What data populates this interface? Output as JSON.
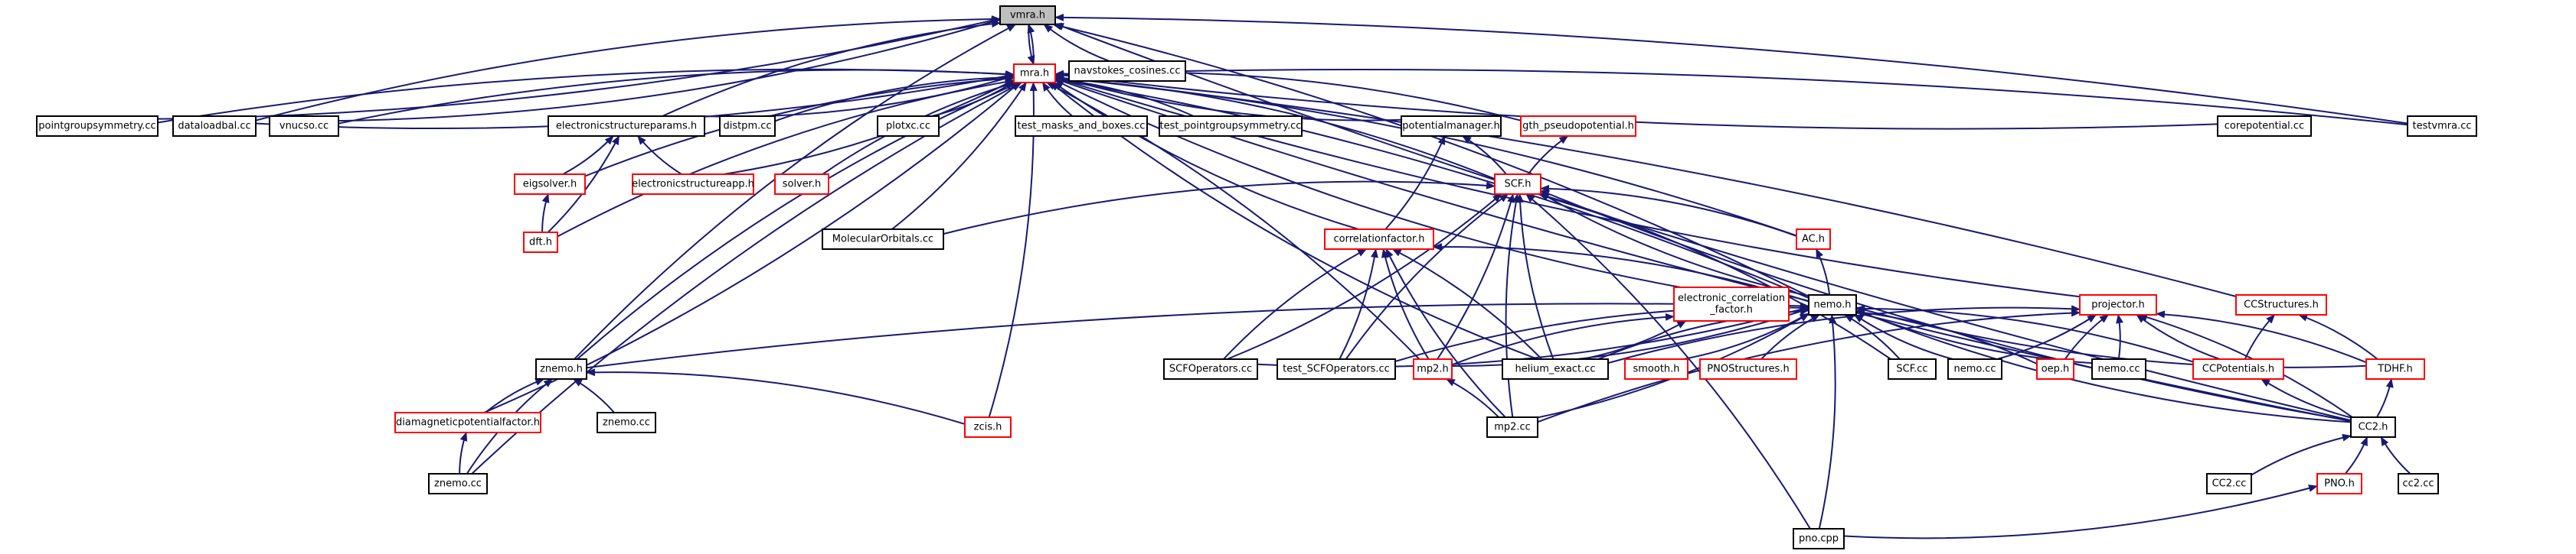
{
  "colors": {
    "edge": "#191970",
    "text": "#000000",
    "border_normal": "#000000",
    "border_truncated": "#ff0000",
    "fill_current": "#bfbfbf",
    "fill_default": "#ffffff"
  },
  "nodes": [
    {
      "id": "vmra_h",
      "label": "vmra.h",
      "kind": "current"
    },
    {
      "id": "mra_h",
      "label": "mra.h",
      "kind": "truncated"
    },
    {
      "id": "navstokes",
      "label": "navstokes_cosines.cc",
      "kind": "normal"
    },
    {
      "id": "pointgroupsym",
      "label": "pointgroupsymmetry.cc",
      "kind": "normal"
    },
    {
      "id": "dataloadbal",
      "label": "dataloadbal.cc",
      "kind": "normal"
    },
    {
      "id": "vnucso",
      "label": "vnucso.cc",
      "kind": "normal"
    },
    {
      "id": "elecparams",
      "label": "electronicstructureparams.h",
      "kind": "normal"
    },
    {
      "id": "distpm",
      "label": "distpm.cc",
      "kind": "normal"
    },
    {
      "id": "plotxc",
      "label": "plotxc.cc",
      "kind": "normal"
    },
    {
      "id": "test_masks",
      "label": "test_masks_and_boxes.cc",
      "kind": "normal"
    },
    {
      "id": "test_pgs",
      "label": "test_pointgroupsymmetry.cc",
      "kind": "normal"
    },
    {
      "id": "potmanager",
      "label": "potentialmanager.h",
      "kind": "normal"
    },
    {
      "id": "gth_pseudo",
      "label": "gth_pseudopotential.h",
      "kind": "truncated"
    },
    {
      "id": "corepot",
      "label": "corepotential.cc",
      "kind": "normal"
    },
    {
      "id": "testvmra",
      "label": "testvmra.cc",
      "kind": "normal"
    },
    {
      "id": "eigsolver",
      "label": "eigsolver.h",
      "kind": "truncated"
    },
    {
      "id": "elecapp",
      "label": "electronicstructureapp.h",
      "kind": "truncated"
    },
    {
      "id": "solver",
      "label": "solver.h",
      "kind": "truncated"
    },
    {
      "id": "scf_h",
      "label": "SCF.h",
      "kind": "truncated"
    },
    {
      "id": "dft_h",
      "label": "dft.h",
      "kind": "truncated"
    },
    {
      "id": "molorbs",
      "label": "MolecularOrbitals.cc",
      "kind": "normal"
    },
    {
      "id": "corrfactor",
      "label": "correlationfactor.h",
      "kind": "truncated"
    },
    {
      "id": "ac_h",
      "label": "AC.h",
      "kind": "truncated"
    },
    {
      "id": "elec_corr",
      "label": "electronic_correlation\n_factor.h",
      "kind": "truncated"
    },
    {
      "id": "nemo_h",
      "label": "nemo.h",
      "kind": "normal"
    },
    {
      "id": "projector",
      "label": "projector.h",
      "kind": "truncated"
    },
    {
      "id": "ccstructures",
      "label": "CCStructures.h",
      "kind": "truncated"
    },
    {
      "id": "znemo_h",
      "label": "znemo.h",
      "kind": "normal"
    },
    {
      "id": "scfops",
      "label": "SCFOperators.cc",
      "kind": "normal"
    },
    {
      "id": "test_scfops",
      "label": "test_SCFOperators.cc",
      "kind": "normal"
    },
    {
      "id": "mp2_h",
      "label": "mp2.h",
      "kind": "truncated"
    },
    {
      "id": "helium",
      "label": "helium_exact.cc",
      "kind": "normal"
    },
    {
      "id": "smooth",
      "label": "smooth.h",
      "kind": "truncated"
    },
    {
      "id": "pnostruct",
      "label": "PNOStructures.h",
      "kind": "truncated"
    },
    {
      "id": "scf_cc",
      "label": "SCF.cc",
      "kind": "normal"
    },
    {
      "id": "nemo_cc1",
      "label": "nemo.cc",
      "kind": "normal"
    },
    {
      "id": "oep_h",
      "label": "oep.h",
      "kind": "truncated"
    },
    {
      "id": "nemo_cc2",
      "label": "nemo.cc",
      "kind": "normal"
    },
    {
      "id": "ccpot",
      "label": "CCPotentials.h",
      "kind": "truncated"
    },
    {
      "id": "tdhf",
      "label": "TDHF.h",
      "kind": "truncated"
    },
    {
      "id": "diamag",
      "label": "diamagneticpotentialfactor.h",
      "kind": "truncated"
    },
    {
      "id": "znemo_cc1",
      "label": "znemo.cc",
      "kind": "normal"
    },
    {
      "id": "zcis",
      "label": "zcis.h",
      "kind": "truncated"
    },
    {
      "id": "mp2_cc",
      "label": "mp2.cc",
      "kind": "normal"
    },
    {
      "id": "cc2_h",
      "label": "CC2.h",
      "kind": "normal"
    },
    {
      "id": "znemo_cc2",
      "label": "znemo.cc",
      "kind": "normal"
    },
    {
      "id": "cc2_cc",
      "label": "CC2.cc",
      "kind": "normal"
    },
    {
      "id": "pno_h",
      "label": "PNO.h",
      "kind": "truncated"
    },
    {
      "id": "cc2_cc_lower",
      "label": "cc2.cc",
      "kind": "normal"
    },
    {
      "id": "pno_cpp",
      "label": "pno.cpp",
      "kind": "normal"
    }
  ],
  "edges": [
    [
      "mra_h",
      "vmra_h"
    ],
    [
      "navstokes",
      "vmra_h"
    ],
    [
      "pointgroupsym",
      "vmra_h"
    ],
    [
      "dataloadbal",
      "vmra_h"
    ],
    [
      "vnucso",
      "vmra_h"
    ],
    [
      "elecparams",
      "vmra_h"
    ],
    [
      "testvmra",
      "vmra_h"
    ],
    [
      "znemo_h",
      "vmra_h"
    ],
    [
      "nemo_h",
      "vmra_h"
    ],
    [
      "cc2_h",
      "vmra_h"
    ],
    [
      "vmra_h",
      "mra_h"
    ],
    [
      "pointgroupsym",
      "mra_h"
    ],
    [
      "dataloadbal",
      "mra_h"
    ],
    [
      "vnucso",
      "mra_h"
    ],
    [
      "elecparams",
      "mra_h"
    ],
    [
      "distpm",
      "mra_h"
    ],
    [
      "plotxc",
      "mra_h"
    ],
    [
      "test_masks",
      "mra_h"
    ],
    [
      "test_pgs",
      "mra_h"
    ],
    [
      "potmanager",
      "mra_h"
    ],
    [
      "gth_pseudo",
      "mra_h"
    ],
    [
      "corepot",
      "mra_h"
    ],
    [
      "testvmra",
      "mra_h"
    ],
    [
      "eigsolver",
      "mra_h"
    ],
    [
      "elecapp",
      "mra_h"
    ],
    [
      "solver",
      "mra_h"
    ],
    [
      "scf_h",
      "mra_h"
    ],
    [
      "dft_h",
      "mra_h"
    ],
    [
      "molorbs",
      "mra_h"
    ],
    [
      "corrfactor",
      "mra_h"
    ],
    [
      "ac_h",
      "mra_h"
    ],
    [
      "elec_corr",
      "mra_h"
    ],
    [
      "nemo_h",
      "mra_h"
    ],
    [
      "projector",
      "mra_h"
    ],
    [
      "ccstructures",
      "mra_h"
    ],
    [
      "znemo_h",
      "mra_h"
    ],
    [
      "mp2_h",
      "mra_h"
    ],
    [
      "helium",
      "mra_h"
    ],
    [
      "diamag",
      "mra_h"
    ],
    [
      "znemo_cc2",
      "mra_h"
    ],
    [
      "zcis",
      "mra_h"
    ],
    [
      "cc2_h",
      "mra_h"
    ],
    [
      "eigsolver",
      "elecparams"
    ],
    [
      "elecapp",
      "elecparams"
    ],
    [
      "dft_h",
      "elecparams"
    ],
    [
      "dft_h",
      "eigsolver"
    ],
    [
      "scf_h",
      "potmanager"
    ],
    [
      "scf_h",
      "gth_pseudo"
    ],
    [
      "corrfactor",
      "potmanager"
    ],
    [
      "molorbs",
      "scf_h"
    ],
    [
      "ac_h",
      "scf_h"
    ],
    [
      "nemo_h",
      "scf_h"
    ],
    [
      "scfops",
      "scf_h"
    ],
    [
      "test_scfops",
      "scf_h"
    ],
    [
      "mp2_h",
      "scf_h"
    ],
    [
      "helium",
      "scf_h"
    ],
    [
      "scf_cc",
      "scf_h"
    ],
    [
      "cc2_h",
      "scf_h"
    ],
    [
      "pno_cpp",
      "scf_h"
    ],
    [
      "mp2_cc",
      "scf_h"
    ],
    [
      "nemo_h",
      "corrfactor"
    ],
    [
      "scfops",
      "corrfactor"
    ],
    [
      "test_scfops",
      "corrfactor"
    ],
    [
      "mp2_h",
      "corrfactor"
    ],
    [
      "helium",
      "corrfactor"
    ],
    [
      "mp2_cc",
      "corrfactor"
    ],
    [
      "nemo_h",
      "ac_h"
    ],
    [
      "mp2_h",
      "elec_corr"
    ],
    [
      "helium",
      "elec_corr"
    ],
    [
      "znemo_h",
      "nemo_h"
    ],
    [
      "scfops",
      "nemo_h"
    ],
    [
      "test_scfops",
      "nemo_h"
    ],
    [
      "mp2_h",
      "nemo_h"
    ],
    [
      "helium",
      "nemo_h"
    ],
    [
      "smooth",
      "nemo_h"
    ],
    [
      "pnostruct",
      "nemo_h"
    ],
    [
      "scf_cc",
      "nemo_h"
    ],
    [
      "nemo_cc1",
      "nemo_h"
    ],
    [
      "oep_h",
      "nemo_h"
    ],
    [
      "nemo_cc2",
      "nemo_h"
    ],
    [
      "ccpot",
      "nemo_h"
    ],
    [
      "tdhf",
      "nemo_h"
    ],
    [
      "mp2_cc",
      "nemo_h"
    ],
    [
      "cc2_h",
      "nemo_h"
    ],
    [
      "pno_cpp",
      "nemo_h"
    ],
    [
      "helium",
      "projector"
    ],
    [
      "nemo_cc1",
      "projector"
    ],
    [
      "oep_h",
      "projector"
    ],
    [
      "nemo_cc2",
      "projector"
    ],
    [
      "ccpot",
      "projector"
    ],
    [
      "tdhf",
      "projector"
    ],
    [
      "mp2_cc",
      "projector"
    ],
    [
      "cc2_h",
      "projector"
    ],
    [
      "ccpot",
      "ccstructures"
    ],
    [
      "tdhf",
      "ccstructures"
    ],
    [
      "cc2_h",
      "ccpot"
    ],
    [
      "cc2_h",
      "tdhf"
    ],
    [
      "diamag",
      "znemo_h"
    ],
    [
      "znemo_cc1",
      "znemo_h"
    ],
    [
      "znemo_cc2",
      "znemo_h"
    ],
    [
      "zcis",
      "znemo_h"
    ],
    [
      "znemo_cc2",
      "diamag"
    ],
    [
      "mp2_cc",
      "mp2_h"
    ],
    [
      "cc2_cc",
      "cc2_h"
    ],
    [
      "pno_h",
      "cc2_h"
    ],
    [
      "cc2_cc_lower",
      "cc2_h"
    ],
    [
      "pno_cpp",
      "pno_h"
    ]
  ]
}
